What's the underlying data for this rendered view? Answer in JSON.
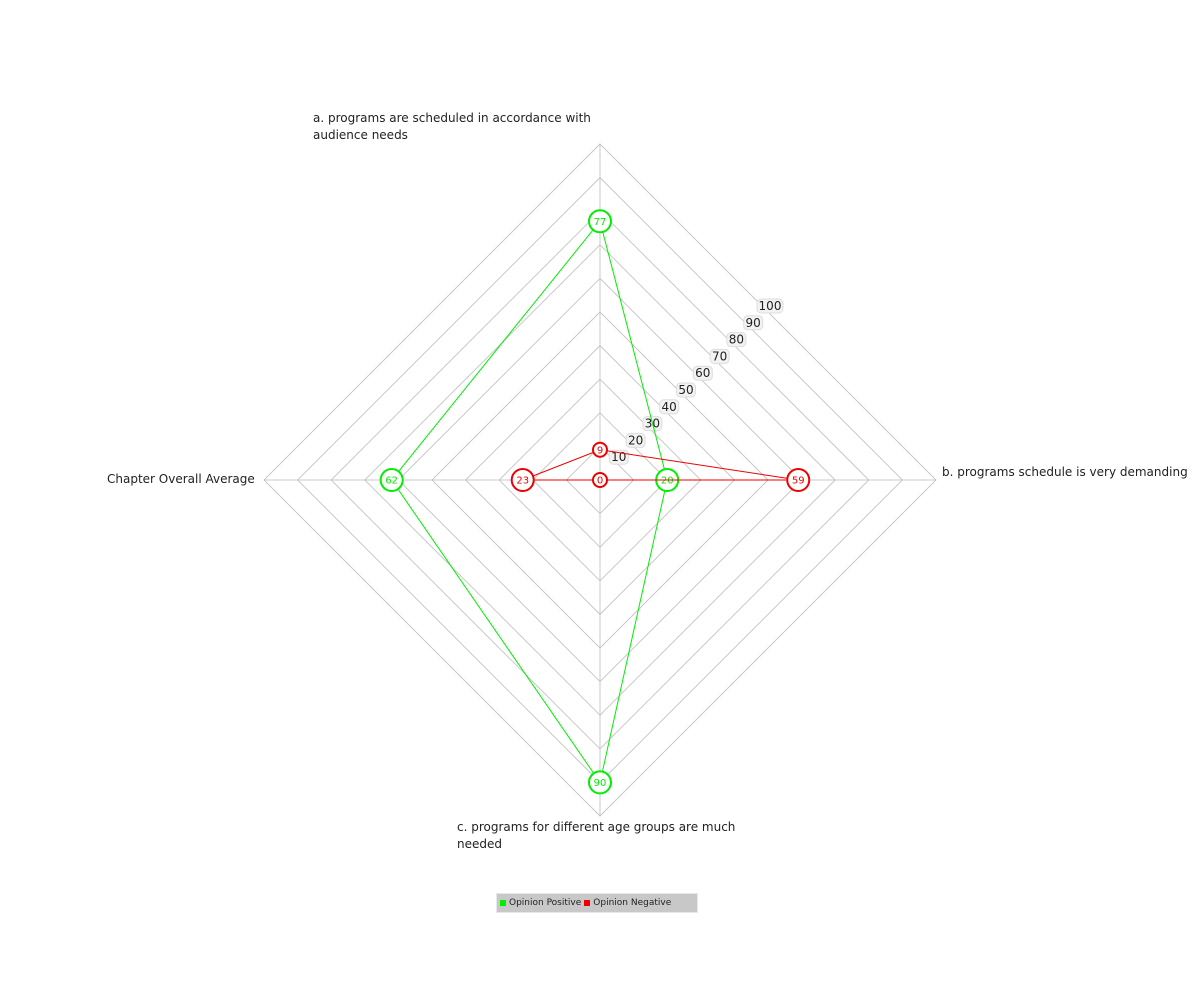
{
  "chart_data": {
    "type": "radar",
    "axes": [
      "a. programs are scheduled in accordance with audience needs",
      "b. programs schedule is very demanding",
      "c. programs for different age groups are much needed",
      "Chapter Overall Average"
    ],
    "rlim": [
      0,
      100
    ],
    "ticks": [
      0,
      10,
      20,
      30,
      40,
      50,
      60,
      70,
      80,
      90,
      100
    ],
    "tick_labels": [
      "10",
      "20",
      "30",
      "40",
      "50",
      "60",
      "70",
      "80",
      "90",
      "100"
    ],
    "series": [
      {
        "name": "Opinion Positive",
        "color": "#00ee00",
        "values": [
          77,
          20,
          90,
          62
        ]
      },
      {
        "name": "Opinion Negative",
        "color": "#ee0000",
        "values": [
          9,
          59,
          0,
          23
        ]
      }
    ],
    "grid": true,
    "legend": "bottom"
  }
}
